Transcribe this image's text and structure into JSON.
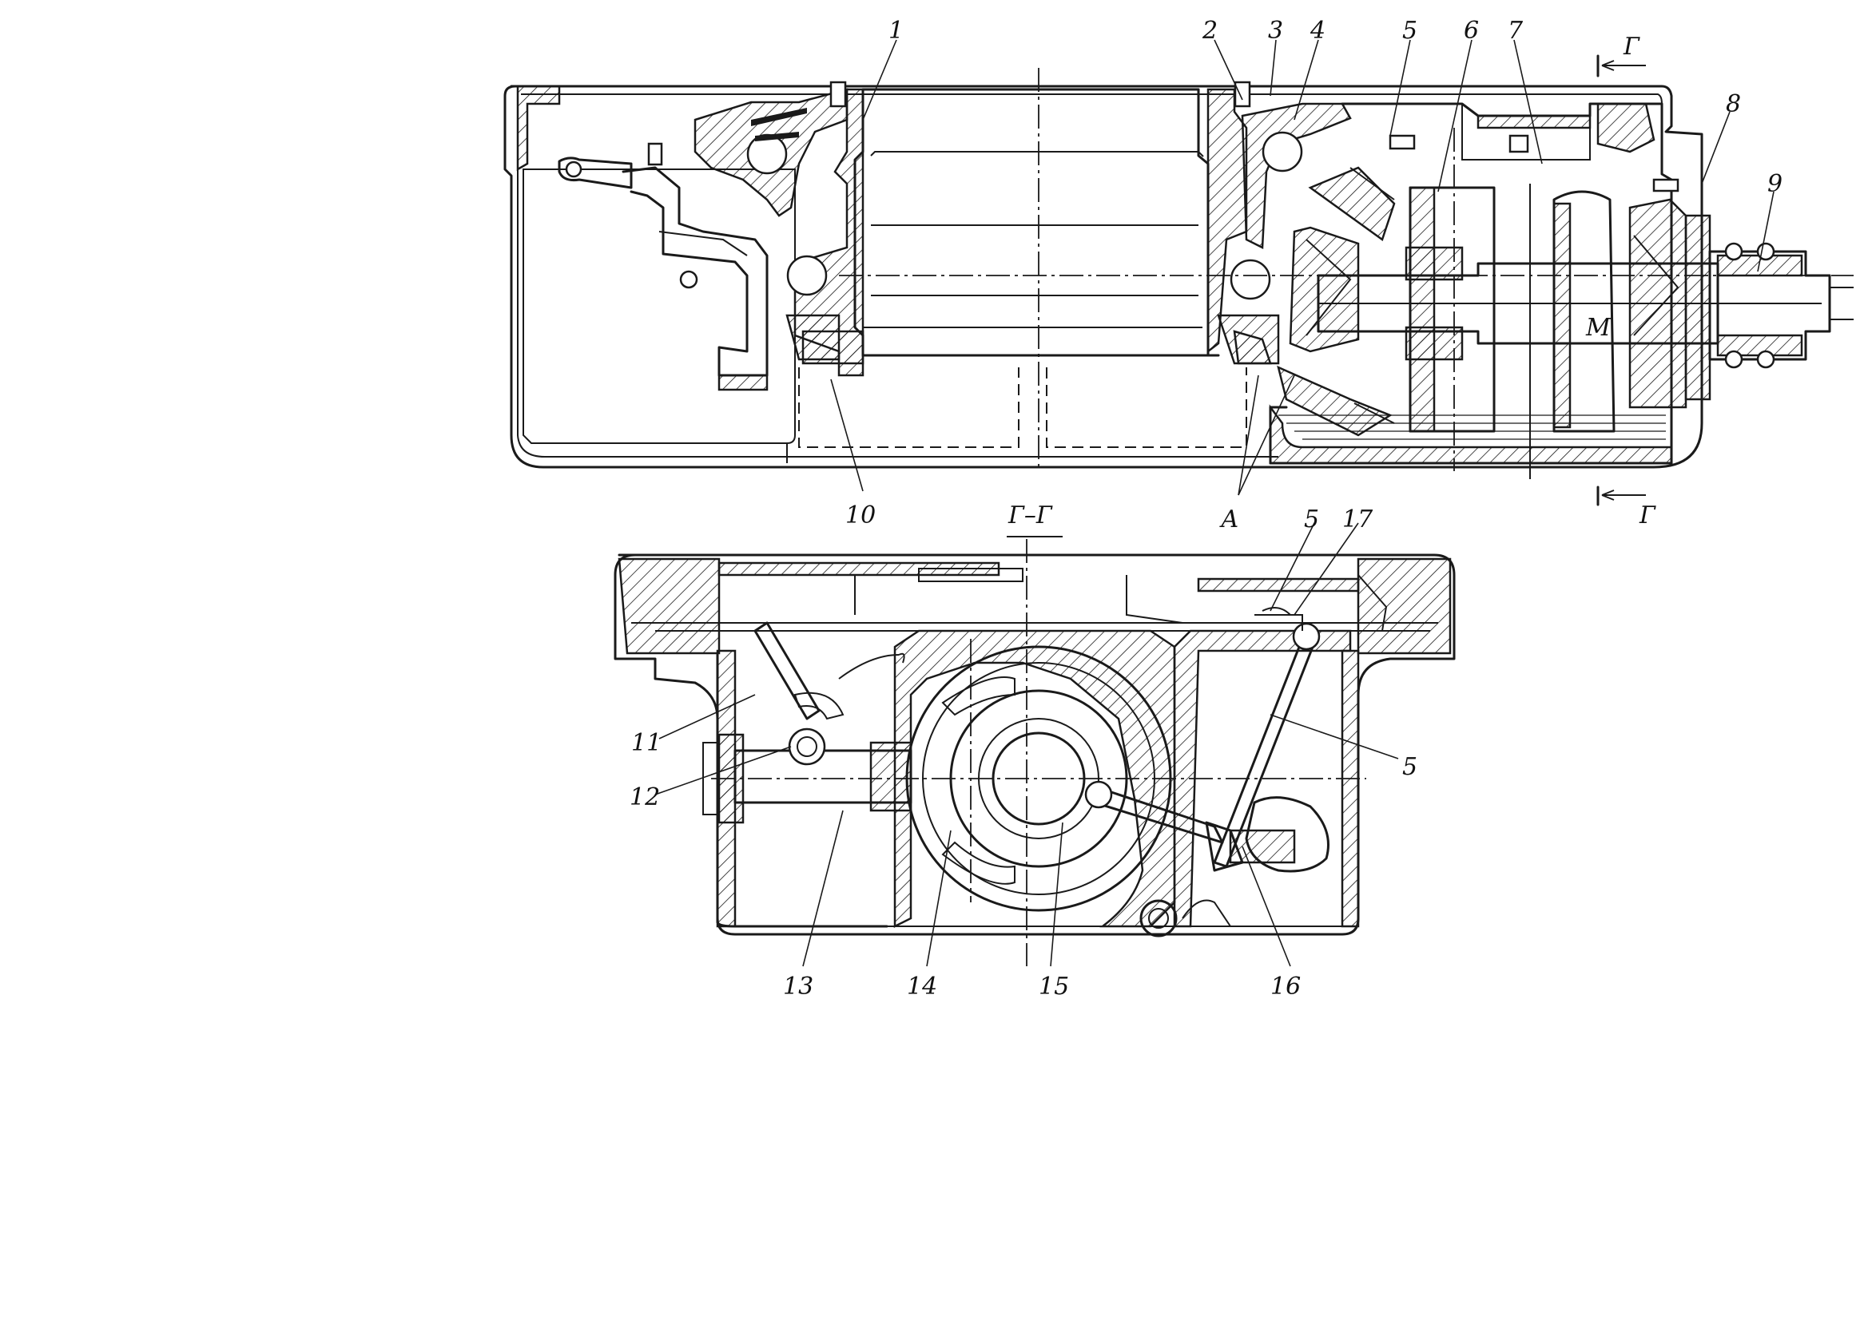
{
  "section_title": "Г–Г",
  "section_mark": "Г",
  "zone_label": "А",
  "marker_label": "М",
  "callouts": [
    "1",
    "2",
    "3",
    "4",
    "5",
    "6",
    "7",
    "8",
    "9",
    "10",
    "11",
    "12",
    "13",
    "14",
    "15",
    "16",
    "17"
  ]
}
